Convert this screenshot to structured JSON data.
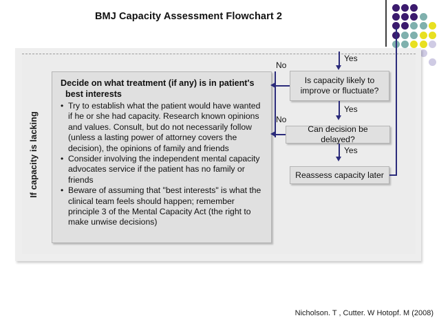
{
  "slide": {
    "title": "BMJ Capacity Assessment Flowchart 2",
    "citation": "Nicholson. T , Cutter. W  Hotopf. M (2008)"
  },
  "decor": {
    "name": "decorative-dot-grid",
    "colors": {
      "purple": "#3b1a6e",
      "teal": "#7fb0ad",
      "yellow": "#e8e020",
      "lavender": "#cfcbe4"
    },
    "dots": [
      {
        "row": 0,
        "col": 0,
        "color": "#3b1a6e"
      },
      {
        "row": 0,
        "col": 1,
        "color": "#3b1a6e"
      },
      {
        "row": 0,
        "col": 2,
        "color": "#3b1a6e"
      },
      {
        "row": 1,
        "col": 0,
        "color": "#3b1a6e"
      },
      {
        "row": 1,
        "col": 1,
        "color": "#3b1a6e"
      },
      {
        "row": 1,
        "col": 2,
        "color": "#3b1a6e"
      },
      {
        "row": 1,
        "col": 3,
        "color": "#7fb0ad"
      },
      {
        "row": 2,
        "col": 0,
        "color": "#3b1a6e"
      },
      {
        "row": 2,
        "col": 1,
        "color": "#3b1a6e"
      },
      {
        "row": 2,
        "col": 2,
        "color": "#7fb0ad"
      },
      {
        "row": 2,
        "col": 3,
        "color": "#7fb0ad"
      },
      {
        "row": 2,
        "col": 4,
        "color": "#e8e020"
      },
      {
        "row": 3,
        "col": 0,
        "color": "#3b1a6e"
      },
      {
        "row": 3,
        "col": 1,
        "color": "#7fb0ad"
      },
      {
        "row": 3,
        "col": 2,
        "color": "#7fb0ad"
      },
      {
        "row": 3,
        "col": 3,
        "color": "#e8e020"
      },
      {
        "row": 3,
        "col": 4,
        "color": "#e8e020"
      },
      {
        "row": 4,
        "col": 0,
        "color": "#7fb0ad"
      },
      {
        "row": 4,
        "col": 1,
        "color": "#7fb0ad"
      },
      {
        "row": 4,
        "col": 2,
        "color": "#e8e020"
      },
      {
        "row": 4,
        "col": 3,
        "color": "#e8e020"
      },
      {
        "row": 4,
        "col": 4,
        "color": "#cfcbe4"
      },
      {
        "row": 5,
        "col": 0,
        "color": "#7fb0ad"
      },
      {
        "row": 5,
        "col": 1,
        "color": "#e8e020"
      },
      {
        "row": 5,
        "col": 2,
        "color": "#e8e020"
      },
      {
        "row": 5,
        "col": 3,
        "color": "#cfcbe4"
      },
      {
        "row": 6,
        "col": 4,
        "color": "#cfcbe4"
      }
    ]
  },
  "flowchart": {
    "side_label": "If capacity is lacking",
    "main_box": {
      "heading_line1": "Decide on what treatment (if any) is in patient's",
      "heading_line2": "best interests",
      "bullets": [
        "Try to establish what the patient would have wanted if he or she had capacity. Research known opinions and values. Consult, but do not necessarily follow (unless a lasting power of attorney covers the decision), the opinions of family and friends",
        "Consider involving the independent mental capacity advocates service if the patient has no family or friends",
        "Beware of assuming that \"best interests\" is what the clinical team feels should happen; remember principle 3 of the Mental Capacity Act (the right to make unwise decisions)"
      ]
    },
    "decision_boxes": [
      {
        "id": "improve",
        "text": "Is capacity likely to improve or fluctuate?"
      },
      {
        "id": "delayed",
        "text": "Can decision be delayed?"
      },
      {
        "id": "reassess",
        "text": "Reassess capacity later"
      }
    ],
    "edge_labels": {
      "yes_top": "Yes",
      "yes_middle": "Yes",
      "yes_bottom": "Yes",
      "no_upper": "No",
      "no_lower": "No"
    },
    "colors": {
      "connector": "#2a2a7a",
      "panel_bg": "#ececec",
      "box_bg": "#e0e0e0"
    }
  }
}
